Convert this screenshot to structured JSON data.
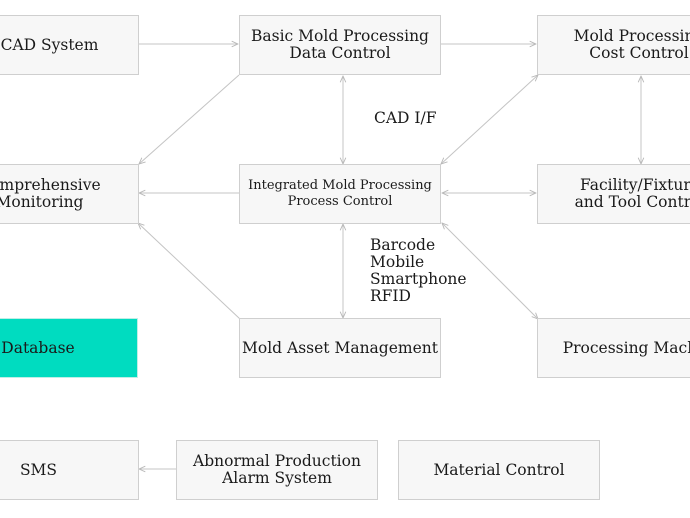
{
  "nodes": {
    "cad": {
      "lines": [
        "CAD System"
      ]
    },
    "basic": {
      "lines": [
        "Basic Mold Processing",
        "Data Control"
      ]
    },
    "cost": {
      "lines": [
        "Mold Processing",
        "Cost Control"
      ]
    },
    "monitoring": {
      "lines": [
        "Comprehensive",
        "Monitoring"
      ]
    },
    "integrated": {
      "lines": [
        "Integrated Mold Processing",
        "Process Control"
      ]
    },
    "facility": {
      "lines": [
        "Facility/Fixture",
        "and Tool Control"
      ]
    },
    "database": {
      "lines": [
        "Database"
      ],
      "color": "#00dcc0"
    },
    "asset": {
      "lines": [
        "Mold Asset Management"
      ]
    },
    "machine": {
      "lines": [
        "Processing Machine"
      ]
    },
    "sms": {
      "lines": [
        "SMS"
      ]
    },
    "alarm": {
      "lines": [
        "Abnormal Production",
        "Alarm System"
      ]
    },
    "material": {
      "lines": [
        "Material Control"
      ]
    }
  },
  "edge_labels": {
    "cad_if": [
      "CAD I/F"
    ],
    "devices": [
      "Barcode",
      "Mobile",
      "Smartphone",
      "RFID"
    ]
  },
  "colors": {
    "box_fill": "#f7f7f7",
    "box_border": "#cfcfcf",
    "edge": "#c4c4c4",
    "database_fill": "#00dcc0"
  }
}
